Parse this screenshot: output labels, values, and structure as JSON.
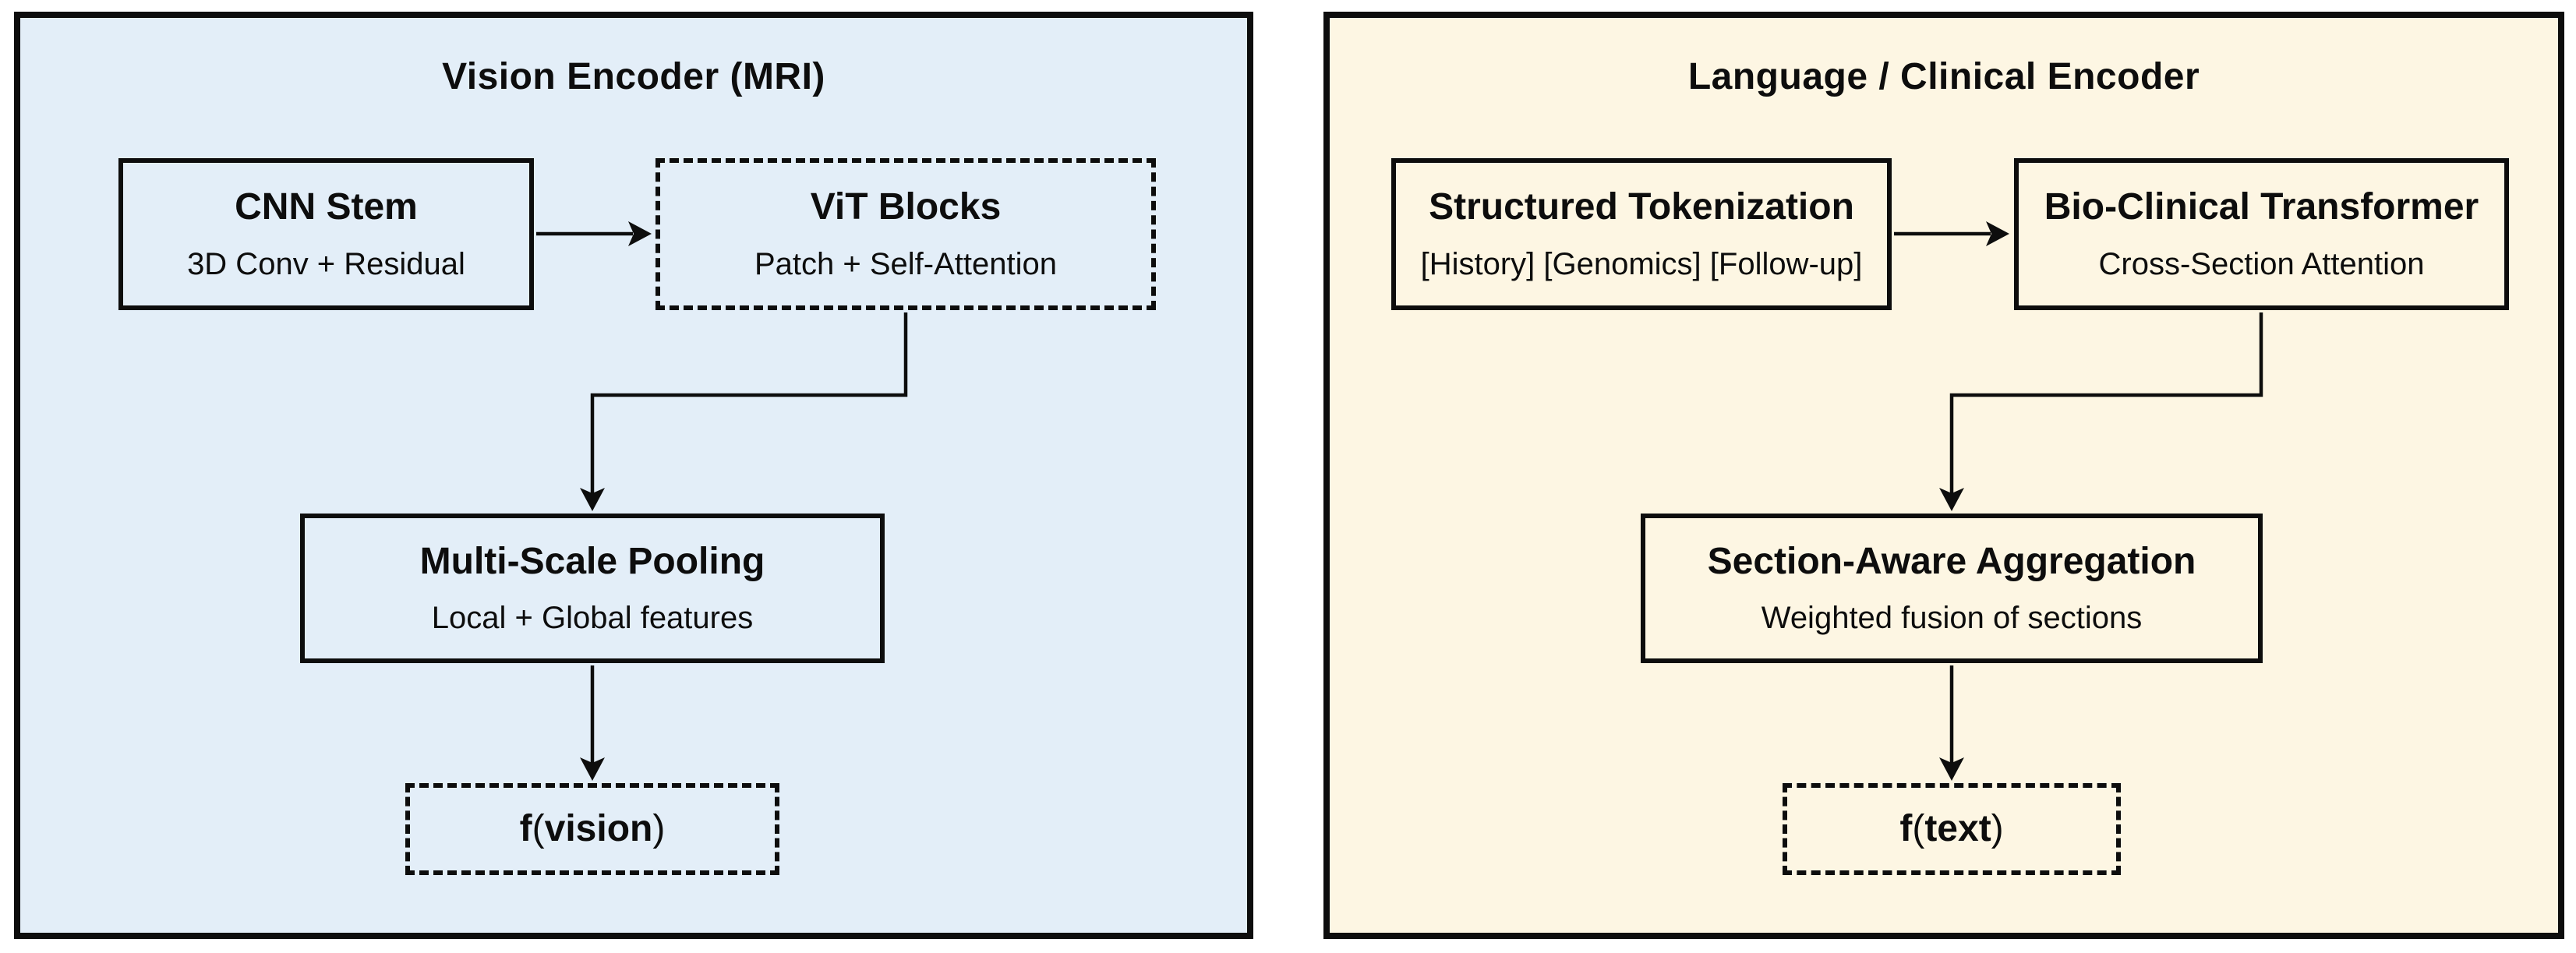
{
  "colors": {
    "canvas_bg": "#ffffff",
    "left_panel_bg": "#e3eef8",
    "right_panel_bg": "#fdf6e3",
    "line": "#0d0d0d"
  },
  "vision_panel": {
    "title": "Vision Encoder (MRI)",
    "cnn_stem": {
      "title": "CNN Stem",
      "subtitle": "3D Conv + Residual"
    },
    "vit_blocks": {
      "title": "ViT Blocks",
      "subtitle": "Patch + Self-Attention"
    },
    "multi_scale": {
      "title": "Multi-Scale Pooling",
      "subtitle": "Local + Global features"
    },
    "output": {
      "func": "f",
      "open": "(",
      "arg": "vision",
      "close": ")"
    }
  },
  "language_panel": {
    "title": "Language / Clinical Encoder",
    "structured_tokenization": {
      "title": "Structured Tokenization",
      "subtitle": "[History] [Genomics] [Follow-up]"
    },
    "bio_clinical_transformer": {
      "title": "Bio-Clinical Transformer",
      "subtitle": "Cross-Section Attention"
    },
    "section_aware_aggregation": {
      "title": "Section-Aware Aggregation",
      "subtitle": "Weighted fusion of sections"
    },
    "output": {
      "func": "f",
      "open": "(",
      "arg": "text",
      "close": ")"
    }
  }
}
